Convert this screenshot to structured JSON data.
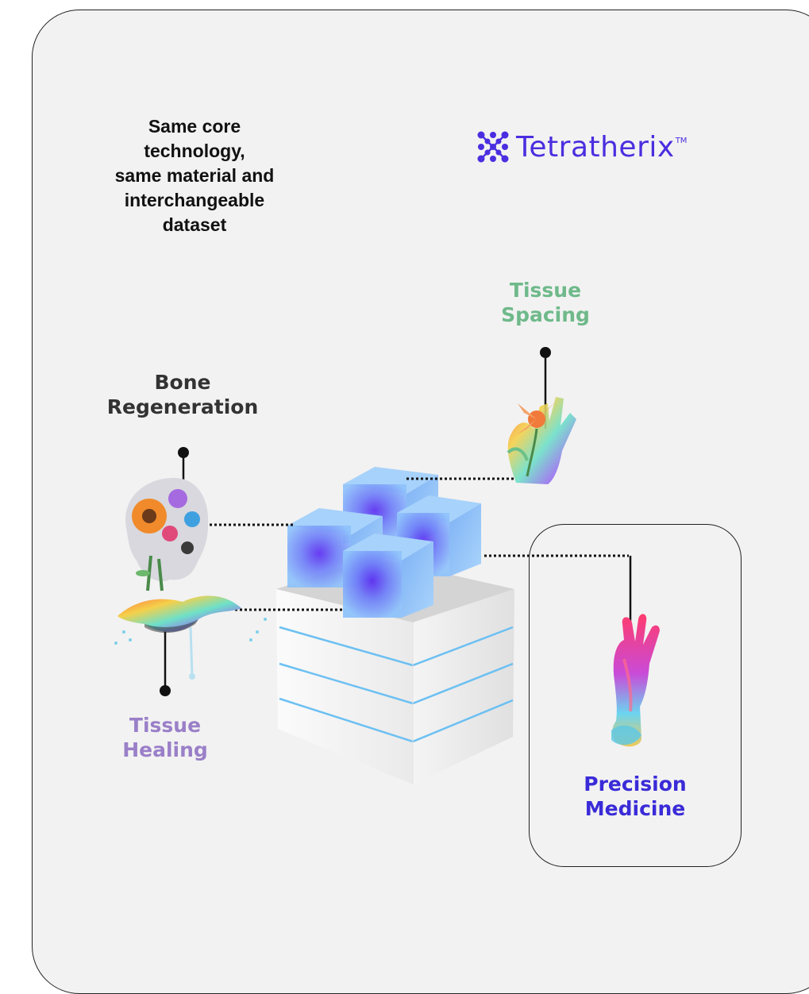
{
  "headline": {
    "line1": "Same core technology,",
    "line2": "same material and",
    "line3": "interchangeable dataset"
  },
  "logo": {
    "name": "Tetratherix",
    "trademark": "TM",
    "color": "#4a2ee0"
  },
  "applications": [
    {
      "line1": "Tissue",
      "line2": "Spacing",
      "color": "#6fb98a"
    },
    {
      "line1": "Bone",
      "line2": "Regeneration",
      "color": "#333333"
    },
    {
      "line1": "Tissue",
      "line2": "Healing",
      "color": "#9a7fc8"
    },
    {
      "line1": "Precision",
      "line2": "Medicine",
      "color": "#3a2bd8"
    }
  ]
}
